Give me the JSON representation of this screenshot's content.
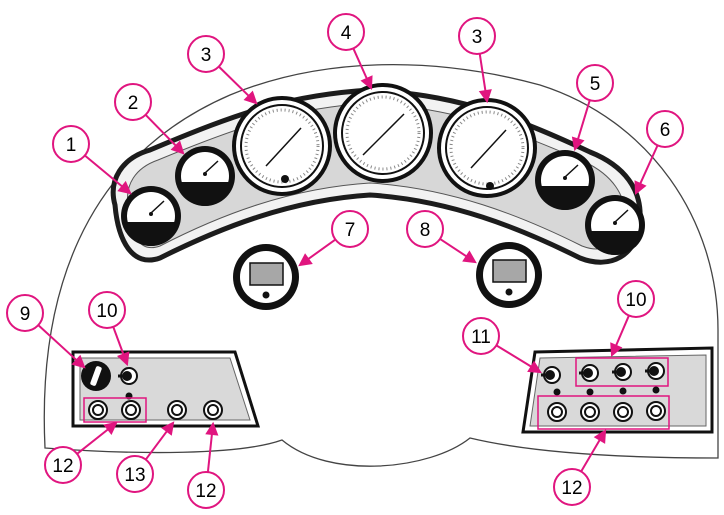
{
  "colors": {
    "callout": "#e0157f",
    "outline": "#222222",
    "panel_gray": "#dcdcdc",
    "gauge_face": "#ffffff",
    "lcd_gray": "#a7a7a7"
  },
  "callouts": [
    {
      "id": "c1",
      "label": "1"
    },
    {
      "id": "c2",
      "label": "2"
    },
    {
      "id": "c3a",
      "label": "3"
    },
    {
      "id": "c4",
      "label": "4"
    },
    {
      "id": "c3b",
      "label": "3"
    },
    {
      "id": "c5",
      "label": "5"
    },
    {
      "id": "c6",
      "label": "6"
    },
    {
      "id": "c7",
      "label": "7"
    },
    {
      "id": "c8",
      "label": "8"
    },
    {
      "id": "c9",
      "label": "9"
    },
    {
      "id": "c10a",
      "label": "10"
    },
    {
      "id": "c10b",
      "label": "10"
    },
    {
      "id": "c11",
      "label": "11"
    },
    {
      "id": "c12a",
      "label": "12"
    },
    {
      "id": "c13",
      "label": "13"
    },
    {
      "id": "c12b",
      "label": "12"
    },
    {
      "id": "c12c",
      "label": "12"
    }
  ],
  "parts": {
    "small_gauges": [
      "gauge-1",
      "gauge-2",
      "gauge-5",
      "gauge-6"
    ],
    "large_gauges": [
      "gauge-3-left",
      "gauge-4",
      "gauge-3-right"
    ],
    "displays": [
      "display-7",
      "display-8"
    ],
    "left_switch_panel": {
      "key": "ignition-key",
      "toggles": 1,
      "indicators": 1,
      "buttons": 4
    },
    "right_switch_panel": {
      "toggles": 4,
      "indicators": 4,
      "buttons": 4
    }
  }
}
